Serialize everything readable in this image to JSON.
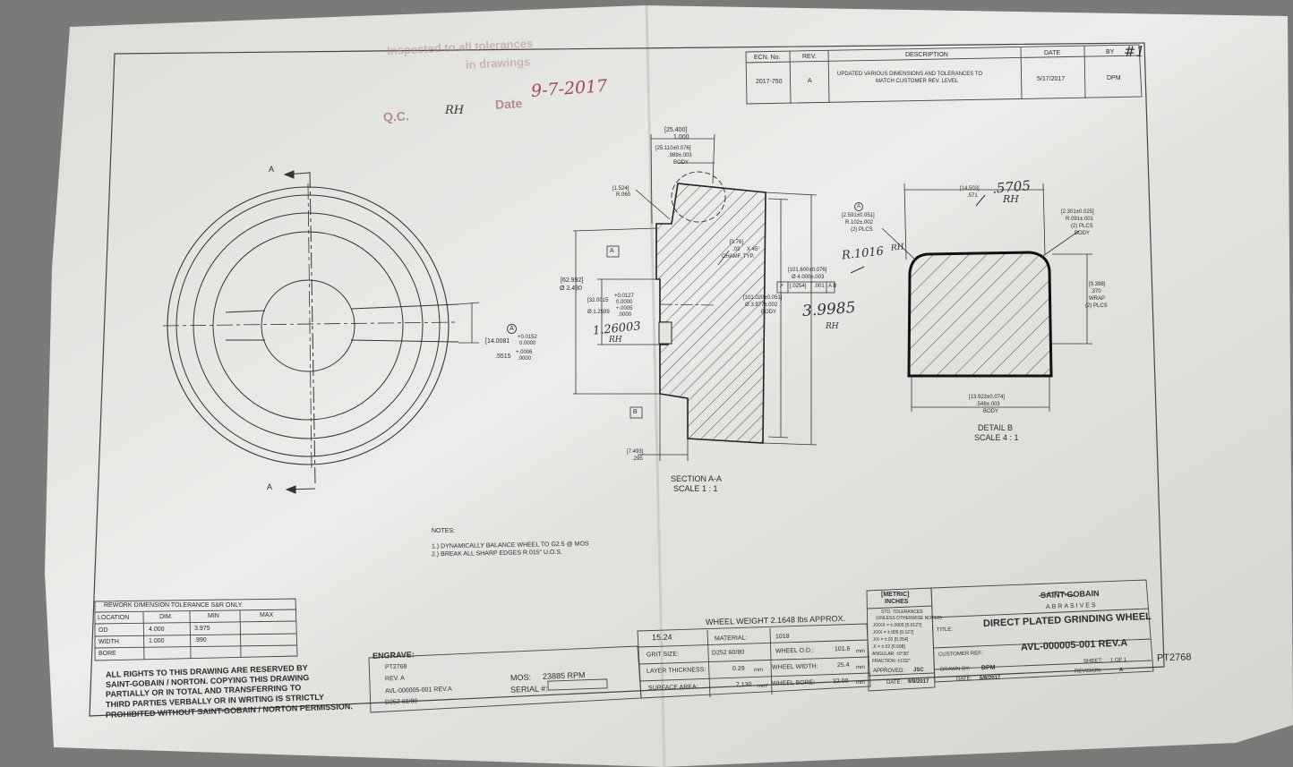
{
  "revision_block": {
    "headers": [
      "ECN. No.",
      "REV.",
      "DESCRIPTION",
      "DATE",
      "BY"
    ],
    "row": [
      "2017-750",
      "A",
      "UPDATED VARIOUS DIMENSIONS AND TOLERANCES TO",
      "MATCH CUSTOMER REV. LEVEL",
      "5/17/2017",
      "DPM"
    ],
    "sheet_mark": "#1"
  },
  "qc_stamp": {
    "line1": "Inspected to all tolerances",
    "line2": "in drawings",
    "qc_label": "Q.C.",
    "qc_initials": "RH",
    "date_label": "Date",
    "date_value": "9-7-2017"
  },
  "section_markers": {
    "a_top": "A",
    "a_bottom": "A",
    "datum_a": "A",
    "datum_b": "B"
  },
  "dims_front": {
    "circle_a": "A",
    "bore_metric": "[14.0081",
    "bore_metric_tol_plus": "+0.0152",
    "bore_metric_tol_minus": "0.0000",
    "bore_inch": ".5515",
    "bore_inch_tol_plus": "+.0006",
    "bore_inch_tol_minus": ".0000"
  },
  "dims_section": {
    "width_metric": "[25.400]",
    "width_inch": "1.000",
    "body_width_metric": "[25.110±0.076]",
    "body_width_inch": ".989±.003",
    "body_width_label": "BODY",
    "corner_metric": "[1.524]",
    "corner_inch": "R.060",
    "hub_dia_metric": "[62.992]",
    "hub_dia_inch": "Ø 2.480",
    "bore_dia_metric": "[32.0015",
    "bore_dia_tol_plus": "+0.0127",
    "bore_dia_tol_minus": "0.0000",
    "bore_dia_inch": "Ø 1.2599",
    "bore_dia_inch_tol_plus": "+.0005",
    "bore_dia_inch_tol_minus": ".0000",
    "chamf_metric": "[0.76]",
    "chamf_inch": ".03",
    "chamf_angle": "X 45°",
    "chamf_label": "CHAMF. TYP.",
    "od_metric": "[101.600±0.076]",
    "od_inch": "Ø 4.000±.003",
    "runout_sym": "↗",
    "runout_metric": "[.0254]",
    "runout_inch": ".001",
    "runout_datums": "A  B",
    "body_od_metric": "[101.020±0.051]",
    "body_od_inch": "Ø 3.977±.002",
    "body_od_label": "BODY",
    "face_metric": "[7.493]",
    "face_inch": ".295",
    "section_title": "SECTION A-A",
    "section_scale": "SCALE 1 : 1",
    "hand_bore": "1.26003",
    "hand_bore_init": "RH",
    "hand_od": "3.9985",
    "hand_od_init": "RH"
  },
  "dims_detail": {
    "circle_a": "A",
    "top_metric": "[14.503]",
    "top_inch": ".571",
    "left_r_metric": "[2.591±0.051]",
    "left_r_inch": "R.102±.002",
    "left_r_plcs": "(2) PLCS",
    "right_r_metric": "[2.301±0.025]",
    "right_r_inch": "R.091±.001",
    "right_r_plcs": "(2) PLCS",
    "right_r_label": "BODY",
    "wrap_metric": "[9.398]",
    "wrap_inch": ".370",
    "wrap_label": "WRAP",
    "wrap_plcs": "(2) PLCS",
    "bottom_metric": "[13.923±0.074]",
    "bottom_inch": ".548±.003",
    "bottom_label": "BODY",
    "title": "DETAIL B",
    "scale": "SCALE 4 : 1",
    "hand_top": ".5705",
    "hand_top_init": "RH",
    "hand_r": "R.1016",
    "hand_r_init": "RH"
  },
  "notes": {
    "heading": "NOTES:",
    "items": [
      "1.) DYNAMICALLY BALANCE WHEEL TO G2.5 @ MOS",
      "2.) BREAK ALL SHARP EDGES R.015\" U.O.S."
    ]
  },
  "rework_table": {
    "title": "REWORK DIMENSION TOLERANCE S&R ONLY",
    "headers": [
      "LOCATION",
      "DIM.",
      "MIN",
      "MAX"
    ],
    "rows": [
      [
        "OD",
        "4.000",
        "3.975",
        ""
      ],
      [
        "WIDTH",
        "1.000",
        ".990",
        ""
      ],
      [
        "BORE",
        "",
        "",
        ""
      ]
    ]
  },
  "rights": [
    "ALL RIGHTS TO THIS DRAWING ARE RESERVED BY",
    "SAINT-GOBAIN / NORTON. COPYING THIS DRAWING",
    "PARTIALLY OR IN TOTAL AND TRANSFERRING TO",
    "THIRD PARTIES VERBALLY OR IN WRITING IS STRICTLY",
    "PROHIBITED WITHOUT SAINT-GOBAIN / NORTON PERMISSION."
  ],
  "engrave": {
    "title": "ENGRAVE:",
    "lines": [
      "PT2768",
      "REV. A",
      "AVL-000005-001 REV.A",
      "D252 60/80"
    ],
    "mos_label": "MOS:",
    "mos_value": "23885 RPM",
    "serial_label": "SERIAL #:"
  },
  "wheel_weight": "WHEEL WEIGHT  2.1648 lbs APPROX.",
  "spec_table": {
    "c1": "15.24",
    "material_label": "MATERIAL:",
    "material_value": "1018",
    "grit_label": "GRIT SIZE:",
    "grit_value": "D252 60/80",
    "od_label": "WHEEL O.D.:",
    "od_value": "101.6",
    "layer_label": "LAYER THICKNESS:",
    "layer_value": "0.29",
    "width_label": "WHEEL WIDTH:",
    "width_value": "25.4",
    "area_label": "SURFACE AREA:",
    "area_value": "7,130",
    "area_unit": "mm²",
    "bore_label": "WHEEL BORE:",
    "bore_value": "32.00",
    "unit_mm": "mm"
  },
  "units_block": {
    "title_1": "[METRIC]",
    "title_2": "INCHES",
    "std_1": "STD. TOLERANCES",
    "std_2": "(UNLESS OTHERWISE NOTED)",
    "tol_lines": [
      ".XXXX = ±.0005 [0.0127]",
      ".XXX = ±.005 [0.127]",
      ".XX = ±.01 [0.254]",
      ".X = ±.02 [0.508]",
      "ANGULAR: ±0°30'",
      "FRACTION: ±1/32\""
    ],
    "approved_label": "APPROVED:",
    "approved_value": "JSC",
    "date_label": "DATE:",
    "date_value": "6/8/2017"
  },
  "title_block": {
    "brand": "SAINT-GOBAIN",
    "sub_brand": "ABRASIVES",
    "title_label": "TITLE:",
    "title_value": "DIRECT PLATED GRINDING WHEEL",
    "customer_ref_label": "CUSTOMER REF.:",
    "part_number": "AVL-000005-001 REV.A",
    "drawn_label": "DRAWN BY:",
    "drawn_value": "DPM",
    "date_label": "DATE:",
    "date_value": "6/8/2017",
    "sheet_label": "SHEET:",
    "sheet_value": "1 OF 1",
    "revision_label": "REVISION:",
    "revision_value": "A",
    "pt_number": "PT2768"
  }
}
